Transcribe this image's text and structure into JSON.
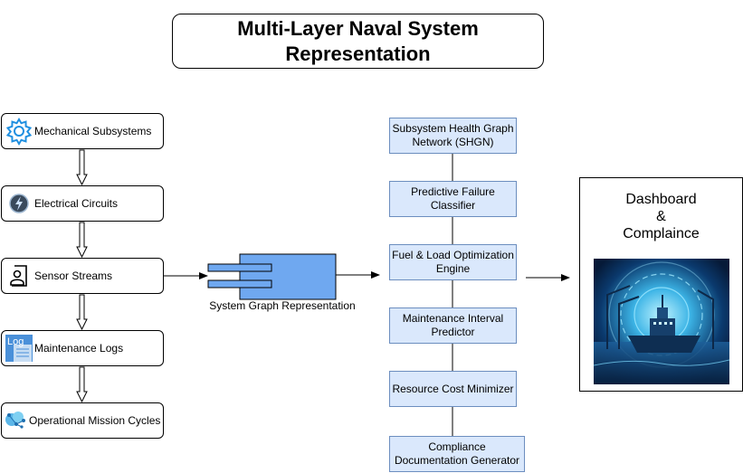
{
  "title": "Multi-Layer Naval System Representation",
  "inputs": [
    {
      "label": "Mechanical Subsystems",
      "icon": "gear-icon"
    },
    {
      "label": "Electrical Circuits",
      "icon": "lightning-globe-icon"
    },
    {
      "label": "Sensor Streams",
      "icon": "person-document-icon"
    },
    {
      "label": "Maintenance Logs",
      "icon": "log-file-icon"
    },
    {
      "label": "Operational Mission Cycles",
      "icon": "network-cloud-icon"
    }
  ],
  "maintenance_icon_text": "Log",
  "system_graph": {
    "label": "System Graph Representation",
    "color": "#6fa8f0"
  },
  "pipeline": [
    {
      "label": "Subsystem Health Graph Network (SHGN)"
    },
    {
      "label": "Predictive Failure Classifier"
    },
    {
      "label": "Fuel & Load Optimization Engine"
    },
    {
      "label": "Maintenance Interval Predictor"
    },
    {
      "label": "Resource Cost Minimizer"
    },
    {
      "label": "Compliance Documentation Generator"
    }
  ],
  "dashboard": {
    "line1": "Dashboard",
    "line2": "&",
    "line3": "Complaince",
    "image": "naval-ship-hologram-image"
  },
  "colors": {
    "process_fill": "#dae8fc",
    "process_stroke": "#6c8ebf",
    "icon_blue": "#1f8fe0"
  }
}
